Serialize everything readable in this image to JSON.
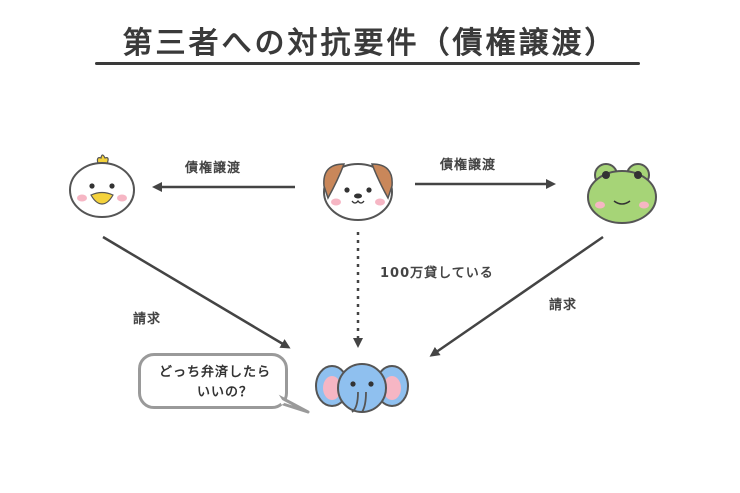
{
  "title": "第三者への対抗要件（債権譲渡）",
  "edges": {
    "left_arrow_label": "債権譲渡",
    "right_arrow_label": "債権譲渡",
    "loan_label": "100万貸している",
    "left_claim_label": "請求",
    "right_claim_label": "請求"
  },
  "speech_bubble": {
    "line1": "どっち弁済したら",
    "line2": "いいの？"
  },
  "characters": {
    "left": "duck-icon",
    "center": "dog-icon",
    "right": "frog-icon",
    "bottom": "elephant-icon"
  }
}
